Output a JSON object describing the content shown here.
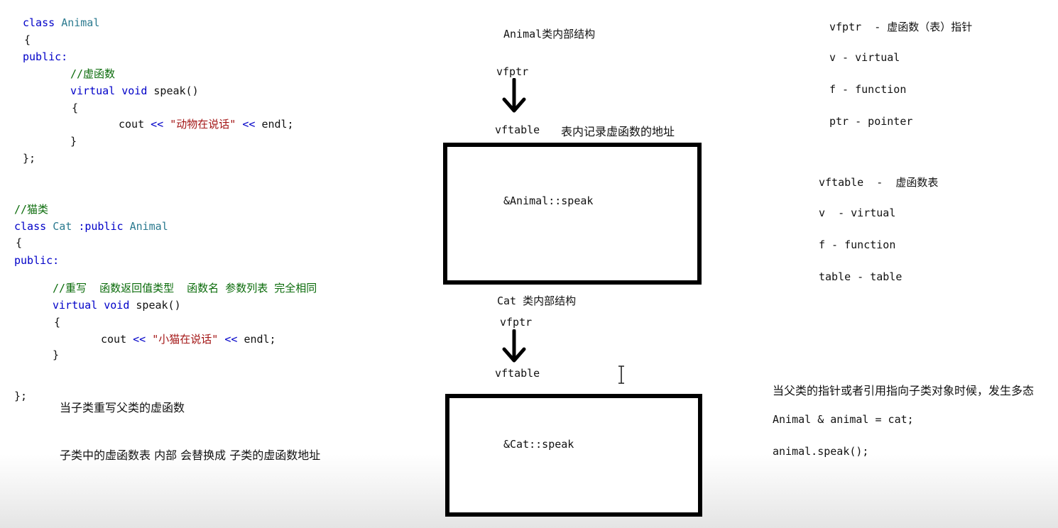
{
  "code1": {
    "l1_kw": "class",
    "l1_name": "Animal",
    "l2": "{",
    "l3": "public:",
    "l4": "//虚函数",
    "l5_kw": "virtual void",
    "l5_rest": "speak()",
    "l6": "{",
    "l7_a": "cout",
    "l7_op": "<<",
    "l7_str": "\"动物在说话\"",
    "l7_op2": "<<",
    "l7_b": "endl;",
    "l8": "}",
    "l9": "};"
  },
  "code2": {
    "l1": "//猫类",
    "l2_kw": "class",
    "l2_name": "Cat",
    "l2_mid": ":public",
    "l2_base": "Animal",
    "l3": "{",
    "l4": "public:",
    "l5": "//重写  函数返回值类型  函数名 参数列表 完全相同",
    "l6_kw": "virtual void",
    "l6_rest": "speak()",
    "l7": "{",
    "l8_a": "cout",
    "l8_op": "<<",
    "l8_str": "\"小猫在说话\"",
    "l8_op2": "<<",
    "l8_b": "endl;",
    "l9": "}",
    "l10": "};"
  },
  "notes_left": {
    "n1": "当子类重写父类的虚函数",
    "n2": "子类中的虚函数表 内部 会替换成 子类的虚函数地址"
  },
  "diagram": {
    "animal_title": "Animal类内部结构",
    "animal_vfptr": "vfptr",
    "animal_vftable": "vftable",
    "animal_vftable_note": "表内记录虚函数的地址",
    "animal_entry": "&Animal::speak",
    "cat_title": "Cat 类内部结构",
    "cat_vfptr": "vfptr",
    "cat_vftable": "vftable",
    "cat_entry": "&Cat::speak"
  },
  "right_notes": {
    "vfptr_title": "vfptr  - 虚函数（表）指针",
    "vfptr_v": "v - virtual",
    "vfptr_f": "f - function",
    "vfptr_ptr": "ptr - pointer",
    "vftable_title": "vftable  -  虚函数表",
    "vftable_v": "v  - virtual",
    "vftable_f": "f - function",
    "vftable_table": "table - table",
    "poly_title": "当父类的指针或者引用指向子类对象时候，发生多态",
    "poly_l1": "Animal & animal = cat;",
    "poly_l2": "animal.speak();"
  },
  "icons": {
    "arrow": "down-arrow-icon",
    "cursor": "text-cursor-icon"
  }
}
